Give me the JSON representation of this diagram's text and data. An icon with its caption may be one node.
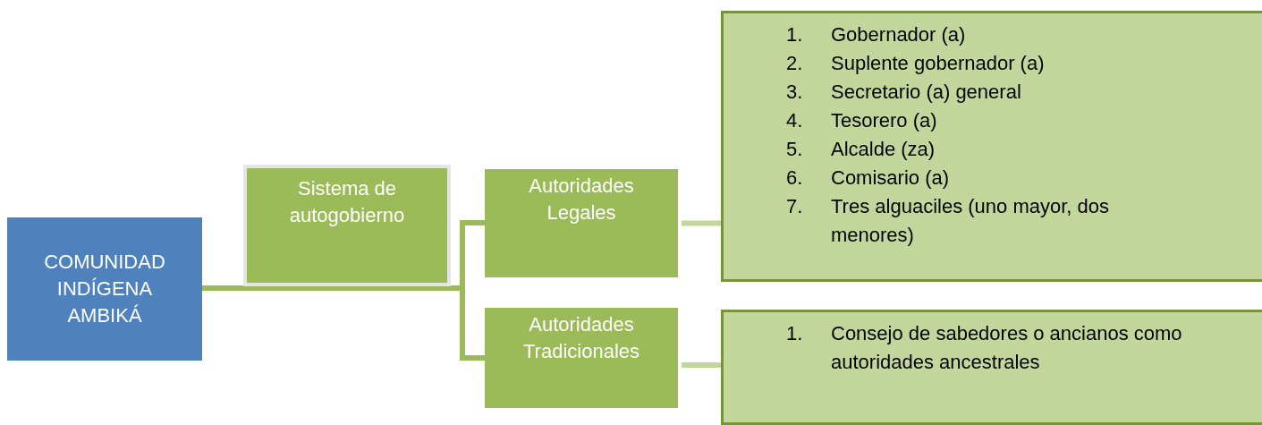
{
  "diagram": {
    "nodes": [
      {
        "text": [
          "COMUNIDAD INDÍGENA AMBIKÁ"
        ]
      },
      {
        "text": [
          "Sistema de autogobierno"
        ]
      },
      {
        "text": [
          "Autoridades Legales"
        ]
      },
      {
        "text": [
          "1. Gobernador (a)",
          "2. Suplente gobernador (a)",
          "3. Secretario (a) general",
          "4. Tesorero (a)",
          "5. Alcalde (za)",
          "6. Comisario (a)",
          "7. Tres alguaciles (uno mayor, dos menores)"
        ]
      },
      {
        "text": [
          "Autoridades Tradicionales"
        ]
      },
      {
        "text": [
          "1. Consejo de sabedores o ancianos como autoridades ancestrales"
        ]
      }
    ],
    "edges": [
      {
        "from": 0,
        "to": 2,
        "arrow": "none"
      },
      {
        "from": 0,
        "to": 4,
        "arrow": "none"
      },
      {
        "from": 1,
        "to": 2,
        "arrow": "none"
      },
      {
        "from": 1,
        "to": 4,
        "arrow": "none"
      },
      {
        "from": 2,
        "to": 3,
        "arrow": "none",
        "color": "#c3d69b"
      },
      {
        "from": 4,
        "to": 5,
        "arrow": "none",
        "color": "#c3d69b"
      }
    ]
  }
}
